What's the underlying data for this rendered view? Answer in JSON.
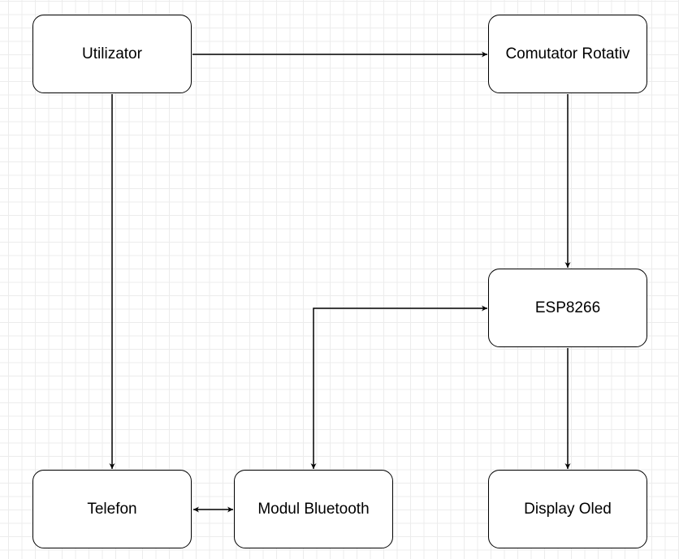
{
  "nodes": {
    "utilizator": "Utilizator",
    "comutator": "Comutator Rotativ",
    "esp": "ESP8266",
    "telefon": "Telefon",
    "bluetooth": "Modul Bluetooth",
    "display": "Display Oled"
  },
  "edges": [
    {
      "from": "Utilizator",
      "to": "Comutator Rotativ",
      "direction": "forward"
    },
    {
      "from": "Utilizator",
      "to": "Telefon",
      "direction": "forward"
    },
    {
      "from": "Comutator Rotativ",
      "to": "ESP8266",
      "direction": "forward"
    },
    {
      "from": "ESP8266",
      "to": "Display Oled",
      "direction": "forward"
    },
    {
      "from": "Modul Bluetooth",
      "to": "ESP8266",
      "direction": "both"
    },
    {
      "from": "Telefon",
      "to": "Modul Bluetooth",
      "direction": "both"
    }
  ],
  "colors": {
    "stroke": "#000000",
    "node_fill": "#ffffff",
    "grid_minor": "#ececec",
    "grid_major": "#d6d6d6"
  }
}
